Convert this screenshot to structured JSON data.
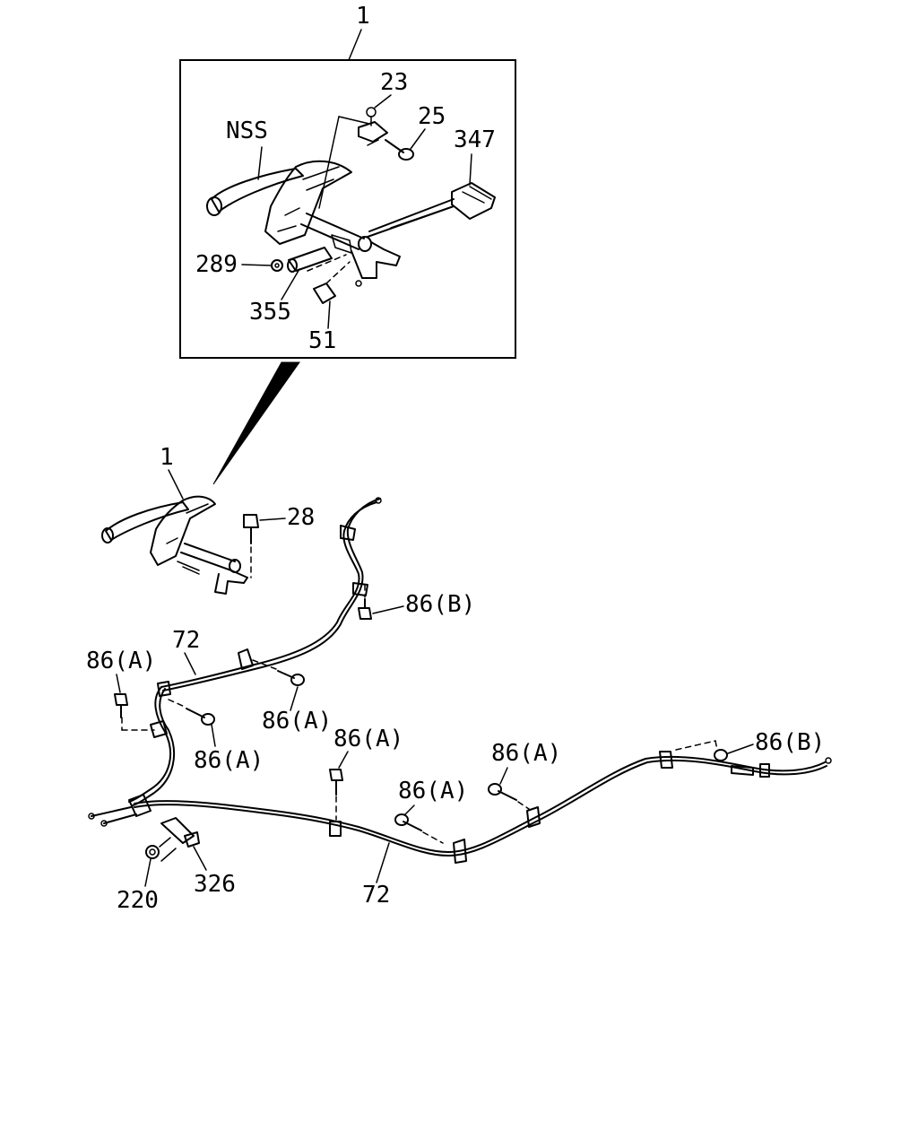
{
  "diagram": {
    "detail_box": {
      "callout": "1",
      "labels": {
        "nss": "NSS",
        "p23": "23",
        "p25": "25",
        "p347": "347",
        "p289": "289",
        "p355": "355",
        "p51": "51"
      }
    },
    "assembly": {
      "labels": {
        "p1": "1",
        "p28": "28",
        "p86b_top": "86(B)",
        "p72_upper": "72",
        "p86a_left": "86(A)",
        "p86a_mid": "86(A)",
        "p86a_low": "86(A)",
        "p86a_center": "86(A)",
        "p86a_right1": "86(A)",
        "p86a_right2": "86(A)",
        "p86b_right": "86(B)",
        "p220": "220",
        "p326": "326",
        "p72_lower": "72"
      }
    }
  }
}
